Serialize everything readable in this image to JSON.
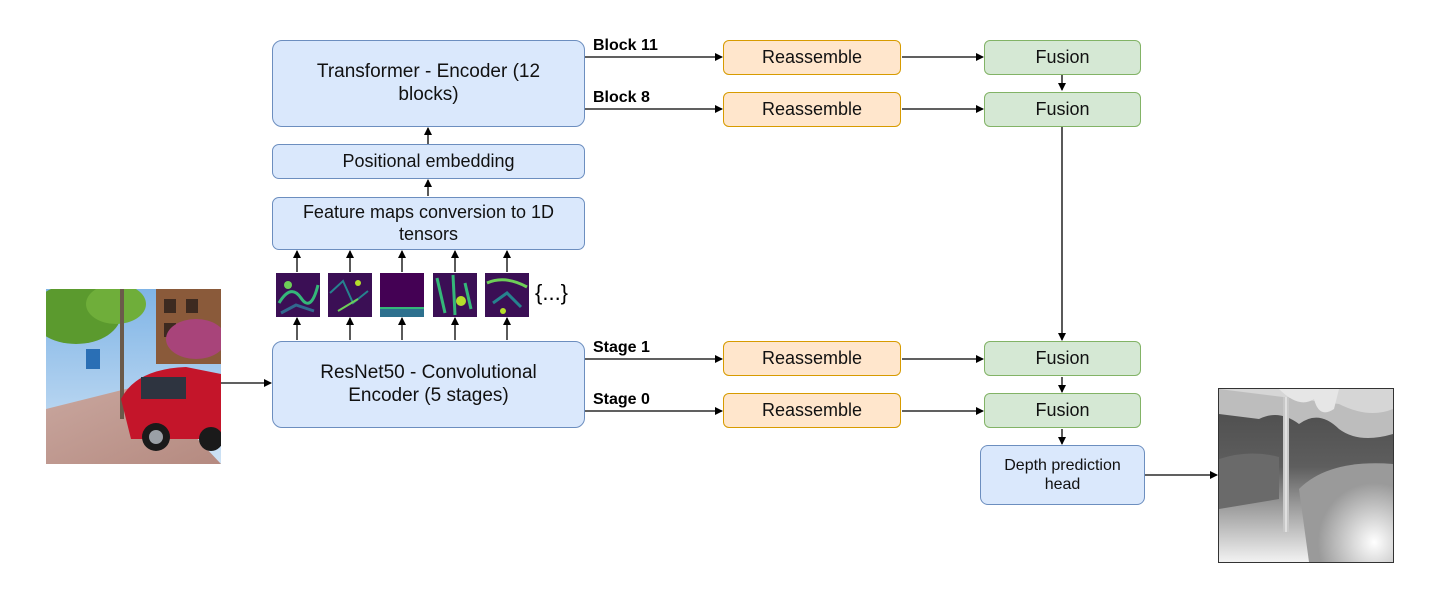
{
  "encoder": {
    "transformer": "Transformer - Encoder (12 blocks)",
    "positional": "Positional embedding",
    "feature_maps": "Feature maps conversion to 1D tensors",
    "resnet": "ResNet50 - Convolutional Encoder (5 stages)",
    "ellipsis": "{...}"
  },
  "taps": {
    "block11": "Block 11",
    "block8": "Block 8",
    "stage1": "Stage 1",
    "stage0": "Stage 0"
  },
  "reassemble_label": "Reassemble",
  "fusion_label": "Fusion",
  "head": "Depth prediction head",
  "colors": {
    "blue_fill": "#dae8fc",
    "blue_stroke": "#6c8ebf",
    "orange_fill": "#ffe6cc",
    "orange_stroke": "#d79b00",
    "green_fill": "#d5e8d4",
    "green_stroke": "#82b366",
    "feature_map": "#3b0f55"
  }
}
